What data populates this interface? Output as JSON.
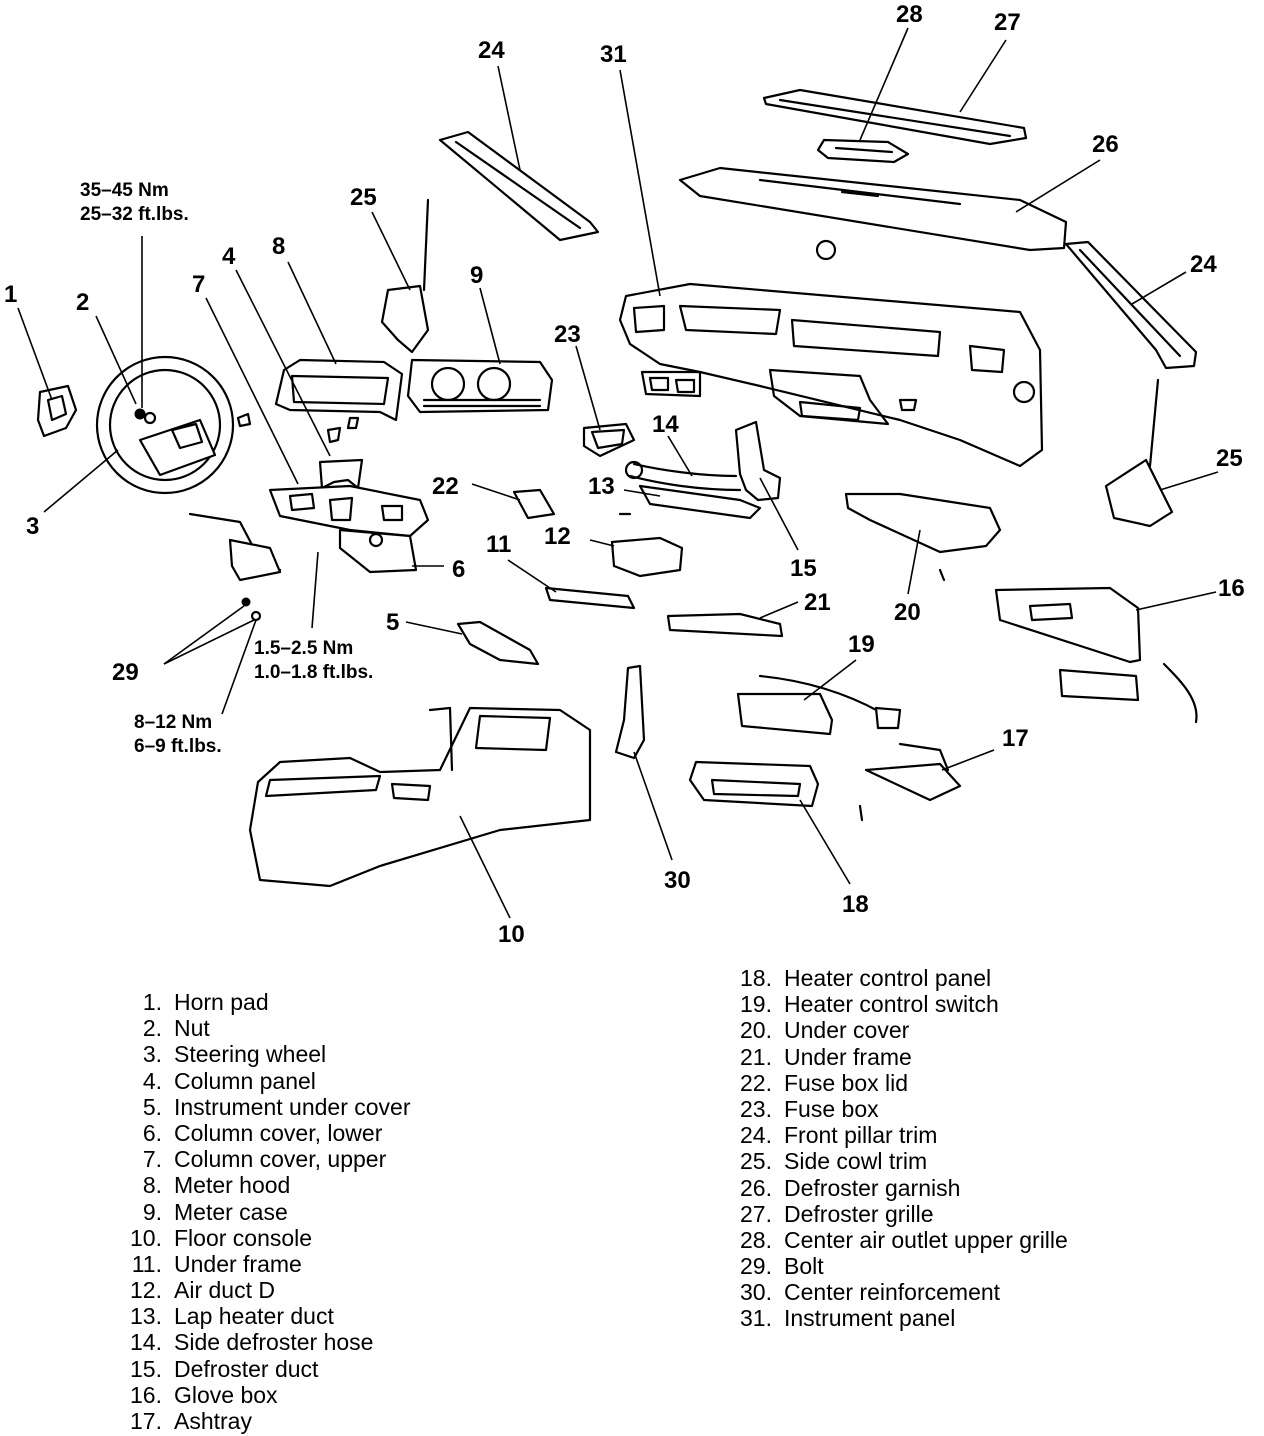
{
  "callouts": {
    "c1": "1",
    "c2": "2",
    "c3": "3",
    "c4": "4",
    "c5": "5",
    "c6": "6",
    "c7": "7",
    "c8": "8",
    "c9": "9",
    "c10": "10",
    "c11": "11",
    "c12": "12",
    "c13": "13",
    "c14": "14",
    "c15": "15",
    "c16": "16",
    "c17": "17",
    "c18": "18",
    "c19": "19",
    "c20": "20",
    "c21": "21",
    "c22": "22",
    "c23": "23",
    "c24a": "24",
    "c24b": "24",
    "c25a": "25",
    "c25b": "25",
    "c26": "26",
    "c27": "27",
    "c28": "28",
    "c29": "29",
    "c30": "30",
    "c31": "31"
  },
  "torque": {
    "wheel_nm": "35–45 Nm",
    "wheel_ft": "25–32 ft.lbs.",
    "column_nm": "1.5–2.5 Nm",
    "column_ft": "1.0–1.8 ft.lbs.",
    "bolt_nm": "8–12 Nm",
    "bolt_ft": "6–9 ft.lbs."
  },
  "legend": [
    {
      "num": "1.",
      "name": "Horn pad"
    },
    {
      "num": "2.",
      "name": "Nut"
    },
    {
      "num": "3.",
      "name": "Steering wheel"
    },
    {
      "num": "4.",
      "name": "Column panel"
    },
    {
      "num": "5.",
      "name": "Instrument under cover"
    },
    {
      "num": "6.",
      "name": "Column cover, lower"
    },
    {
      "num": "7.",
      "name": "Column cover, upper"
    },
    {
      "num": "8.",
      "name": "Meter hood"
    },
    {
      "num": "9.",
      "name": "Meter case"
    },
    {
      "num": "10.",
      "name": "Floor console"
    },
    {
      "num": "11.",
      "name": "Under frame"
    },
    {
      "num": "12.",
      "name": "Air duct D"
    },
    {
      "num": "13.",
      "name": "Lap heater duct"
    },
    {
      "num": "14.",
      "name": "Side defroster hose"
    },
    {
      "num": "15.",
      "name": "Defroster duct"
    },
    {
      "num": "16.",
      "name": "Glove box"
    },
    {
      "num": "17.",
      "name": "Ashtray"
    },
    {
      "num": "18.",
      "name": "Heater control panel"
    },
    {
      "num": "19.",
      "name": "Heater control switch"
    },
    {
      "num": "20.",
      "name": "Under cover"
    },
    {
      "num": "21.",
      "name": "Under frame"
    },
    {
      "num": "22.",
      "name": "Fuse box lid"
    },
    {
      "num": "23.",
      "name": "Fuse box"
    },
    {
      "num": "24.",
      "name": "Front pillar trim"
    },
    {
      "num": "25.",
      "name": "Side cowl trim"
    },
    {
      "num": "26.",
      "name": "Defroster garnish"
    },
    {
      "num": "27.",
      "name": "Defroster grille"
    },
    {
      "num": "28.",
      "name": "Center air outlet upper grille"
    },
    {
      "num": "29.",
      "name": "Bolt"
    },
    {
      "num": "30.",
      "name": "Center reinforcement"
    },
    {
      "num": "31.",
      "name": "Instrument panel"
    }
  ]
}
